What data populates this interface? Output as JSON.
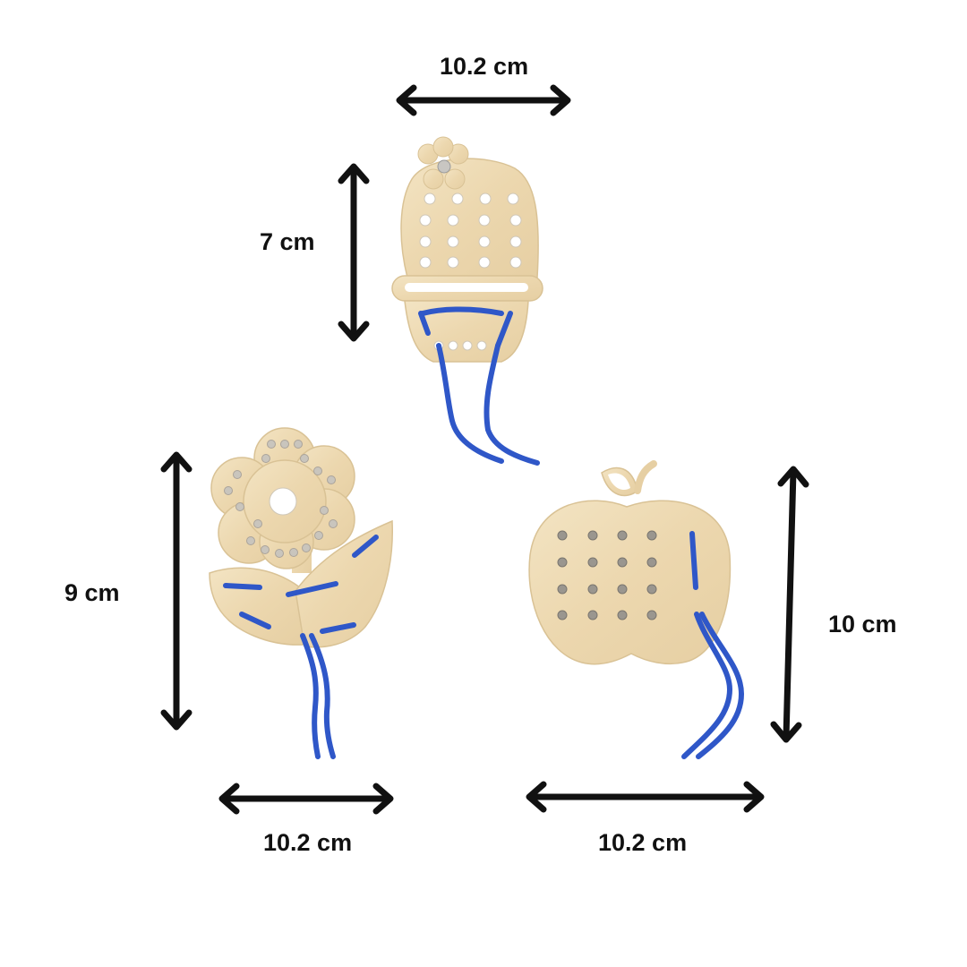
{
  "dimensions": {
    "cactus_width": "10.2 cm",
    "cactus_height": "7 cm",
    "flower_height": "9 cm",
    "flower_width": "10.2 cm",
    "apple_height": "10 cm",
    "apple_width": "10.2 cm"
  },
  "products": [
    {
      "name": "cactus-lacing-toy",
      "icon": "cactus-icon"
    },
    {
      "name": "flower-lacing-toy",
      "icon": "flower-icon"
    },
    {
      "name": "apple-lacing-toy",
      "icon": "apple-icon"
    }
  ],
  "colors": {
    "wood": "#efdcb6",
    "wood_edge": "#d9c295",
    "hole": "#b9b3a8",
    "lace": "#2f57c8",
    "arrow": "#111111",
    "background": "#ffffff"
  }
}
